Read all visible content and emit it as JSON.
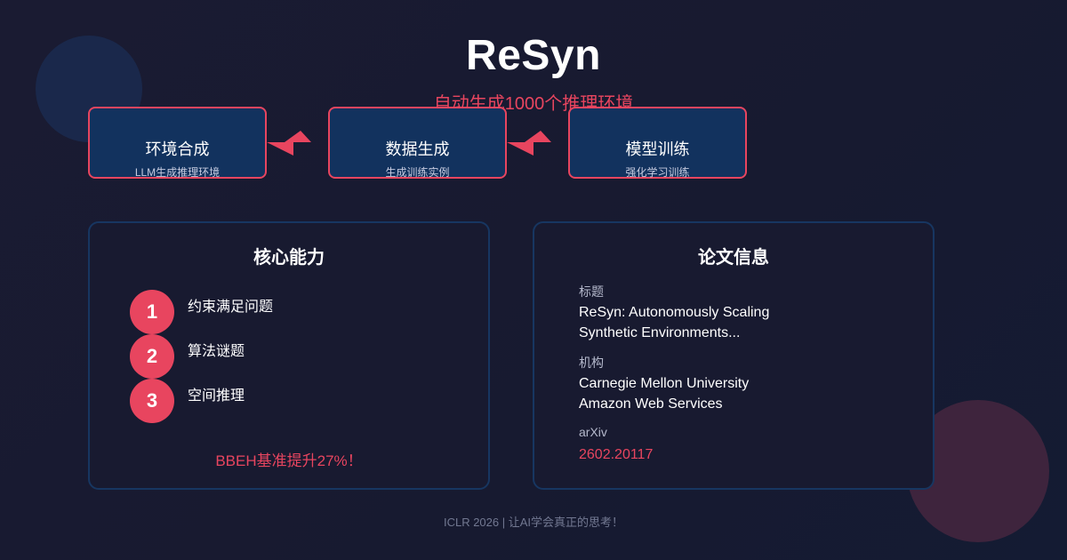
{
  "header": {
    "title": "ReSyn",
    "subtitle": "自动生成1000个推理环境"
  },
  "pipeline": {
    "steps": [
      {
        "title": "环境合成",
        "subtitle": "LLM生成推理环境"
      },
      {
        "title": "数据生成",
        "subtitle": "生成训练实例"
      },
      {
        "title": "模型训练",
        "subtitle": "强化学习训练"
      }
    ],
    "connector_icon": "zigzag-arrow-icon"
  },
  "capabilities": {
    "title": "核心能力",
    "items": [
      {
        "number": "1",
        "label": "约束满足问题"
      },
      {
        "number": "2",
        "label": "算法谜题"
      },
      {
        "number": "3",
        "label": "空间推理"
      }
    ],
    "highlight": "BBEH基准提升27%！"
  },
  "paper": {
    "title": "论文信息",
    "title_label": "标题",
    "title_lines": [
      "ReSyn: Autonomously Scaling",
      "Synthetic Environments..."
    ],
    "org_label": "机构",
    "org_lines": [
      "Carnegie Mellon University",
      "Amazon Web Services"
    ],
    "arxiv_label": "arXiv",
    "arxiv_id": "2602.20117"
  },
  "footer": {
    "text": "ICLR 2026 | 让AI学会真正的思考！"
  },
  "colors": {
    "background": "#1a1b32",
    "accent": "#e8455f",
    "box_fill": "#12325e",
    "panel_border": "#173661",
    "decor_blue": "#1b2e54",
    "decor_pink": "#43263e"
  }
}
